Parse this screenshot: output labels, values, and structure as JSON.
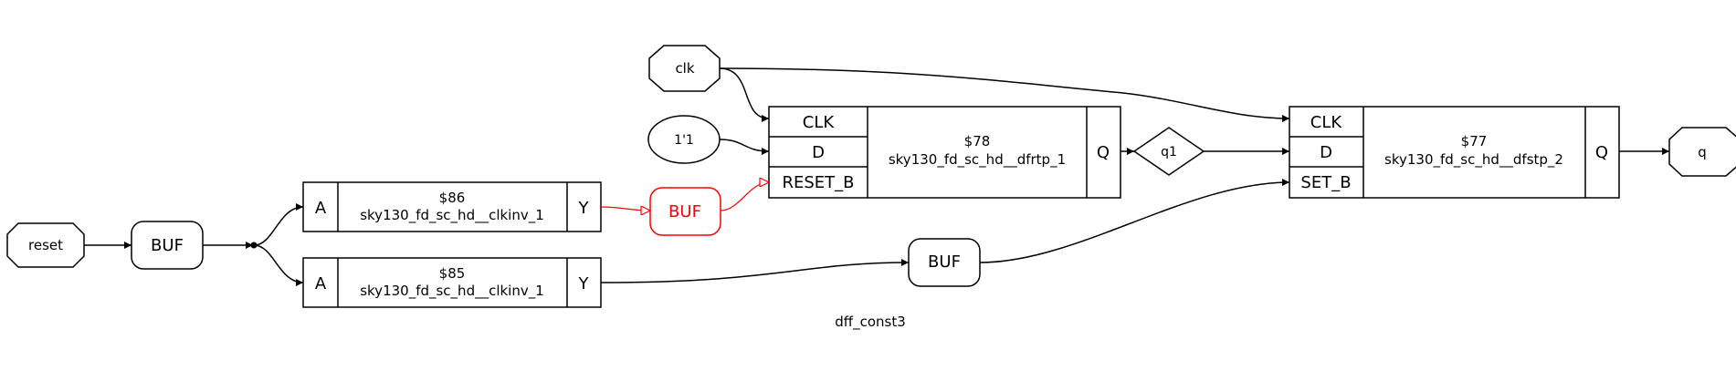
{
  "title": "dff_const3",
  "ports": {
    "reset": "reset",
    "clk": "clk",
    "q": "q"
  },
  "const_one": "1'1",
  "net_q1": "q1",
  "buffers": {
    "buf_reset": "BUF",
    "buf_red": "BUF",
    "buf_set": "BUF"
  },
  "cells": {
    "c86": {
      "id": "$86",
      "type": "sky130_fd_sc_hd__clkinv_1",
      "in": "A",
      "out": "Y"
    },
    "c85": {
      "id": "$85",
      "type": "sky130_fd_sc_hd__clkinv_1",
      "in": "A",
      "out": "Y"
    },
    "c78": {
      "id": "$78",
      "type": "sky130_fd_sc_hd__dfrtp_1",
      "pins": [
        "CLK",
        "D",
        "RESET_B"
      ],
      "out": "Q"
    },
    "c77": {
      "id": "$77",
      "type": "sky130_fd_sc_hd__dfstp_2",
      "pins": [
        "CLK",
        "D",
        "SET_B"
      ],
      "out": "Q"
    }
  },
  "colors": {
    "highlight": "#ff0000",
    "line": "#000000"
  }
}
